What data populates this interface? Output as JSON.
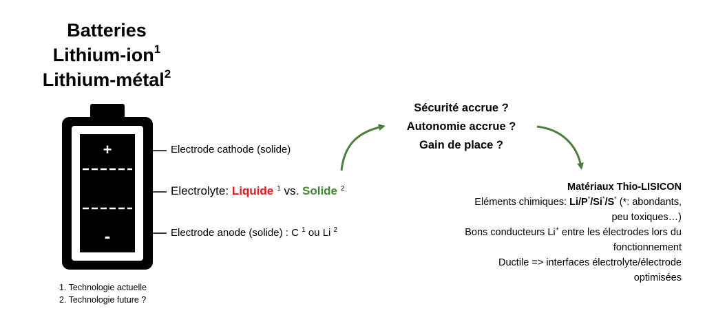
{
  "title": {
    "line1": "Batteries",
    "line2_text": "Lithium-ion",
    "line2_sup": "1",
    "line3_text": "Lithium-métal",
    "line3_sup": "2"
  },
  "battery": {
    "plus_symbol": "+",
    "minus_symbol": "-",
    "fill_color": "#000000",
    "dash_color": "#ffffff"
  },
  "labels": {
    "cathode": "Electrode cathode (solide)",
    "electrolyte_prefix": "Electrolyte: ",
    "liquide": "Liquide",
    "liquide_sup": "1",
    "vs": " vs. ",
    "solide": "Solide",
    "solide_sup": "2",
    "anode_prefix": "Electrode anode (solide) : C ",
    "anode_c_sup": "1",
    "anode_mid": " ou Li ",
    "anode_li_sup": "2"
  },
  "questions": [
    "Sécurité accrue ?",
    "Autonomie accrue ?",
    "Gain de place ?"
  ],
  "material": {
    "heading": "Matériaux Thio-LISICON",
    "elements_prefix": "Eléments chimiques: ",
    "el_li": "Li/P",
    "el_si": "/Si",
    "el_s": "/S",
    "star": "*",
    "elements_note_1": " (*: abondants,",
    "elements_note_2": "peu toxiques…)",
    "cond_prefix": "Bons conducteurs Li",
    "cond_sup": "+",
    "cond_suffix": " entre les électrodes lors du",
    "cond_line2": "fonctionnement",
    "ductile_line1": "Ductile => interfaces électrolyte/électrode",
    "ductile_line2": "optimisées"
  },
  "notes": [
    "1. Technologie actuelle",
    "2. Technologie future ?"
  ],
  "colors": {
    "arrow_green": "#4a7f3a",
    "liquide_red": "#e8191c",
    "solide_green": "#3f8a2c"
  }
}
